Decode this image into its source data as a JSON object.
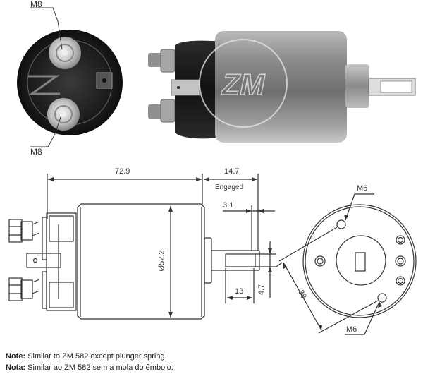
{
  "photos": {
    "end_view": {
      "labels": {
        "top_terminal": "M8",
        "bottom_terminal": "M8"
      },
      "watermark": "ZM"
    },
    "side_view": {
      "watermark": "ZM"
    }
  },
  "drawing": {
    "dimensions": {
      "body_length": "72.9",
      "plunger_travel": "14.7",
      "plunger_travel_note": "Engaged",
      "slot_offset": "3.1",
      "body_diameter": "Ø52.2",
      "slot_length": "13",
      "slot_width": "4.7",
      "hole_spacing": "38"
    },
    "end_view_labels": {
      "top_hole": "M6",
      "bottom_hole": "M6"
    }
  },
  "notes": [
    {
      "label": "Note:",
      "text": " Similar to ZM 582 except plunger spring."
    },
    {
      "label": "Nota:",
      "text": " Similar ao ZM 582 sem a mola do êmbolo."
    }
  ],
  "colors": {
    "line": "#333333",
    "photo_dark": "#1a1a1a",
    "photo_metal": "#8a8a8a",
    "background": "#ffffff"
  }
}
